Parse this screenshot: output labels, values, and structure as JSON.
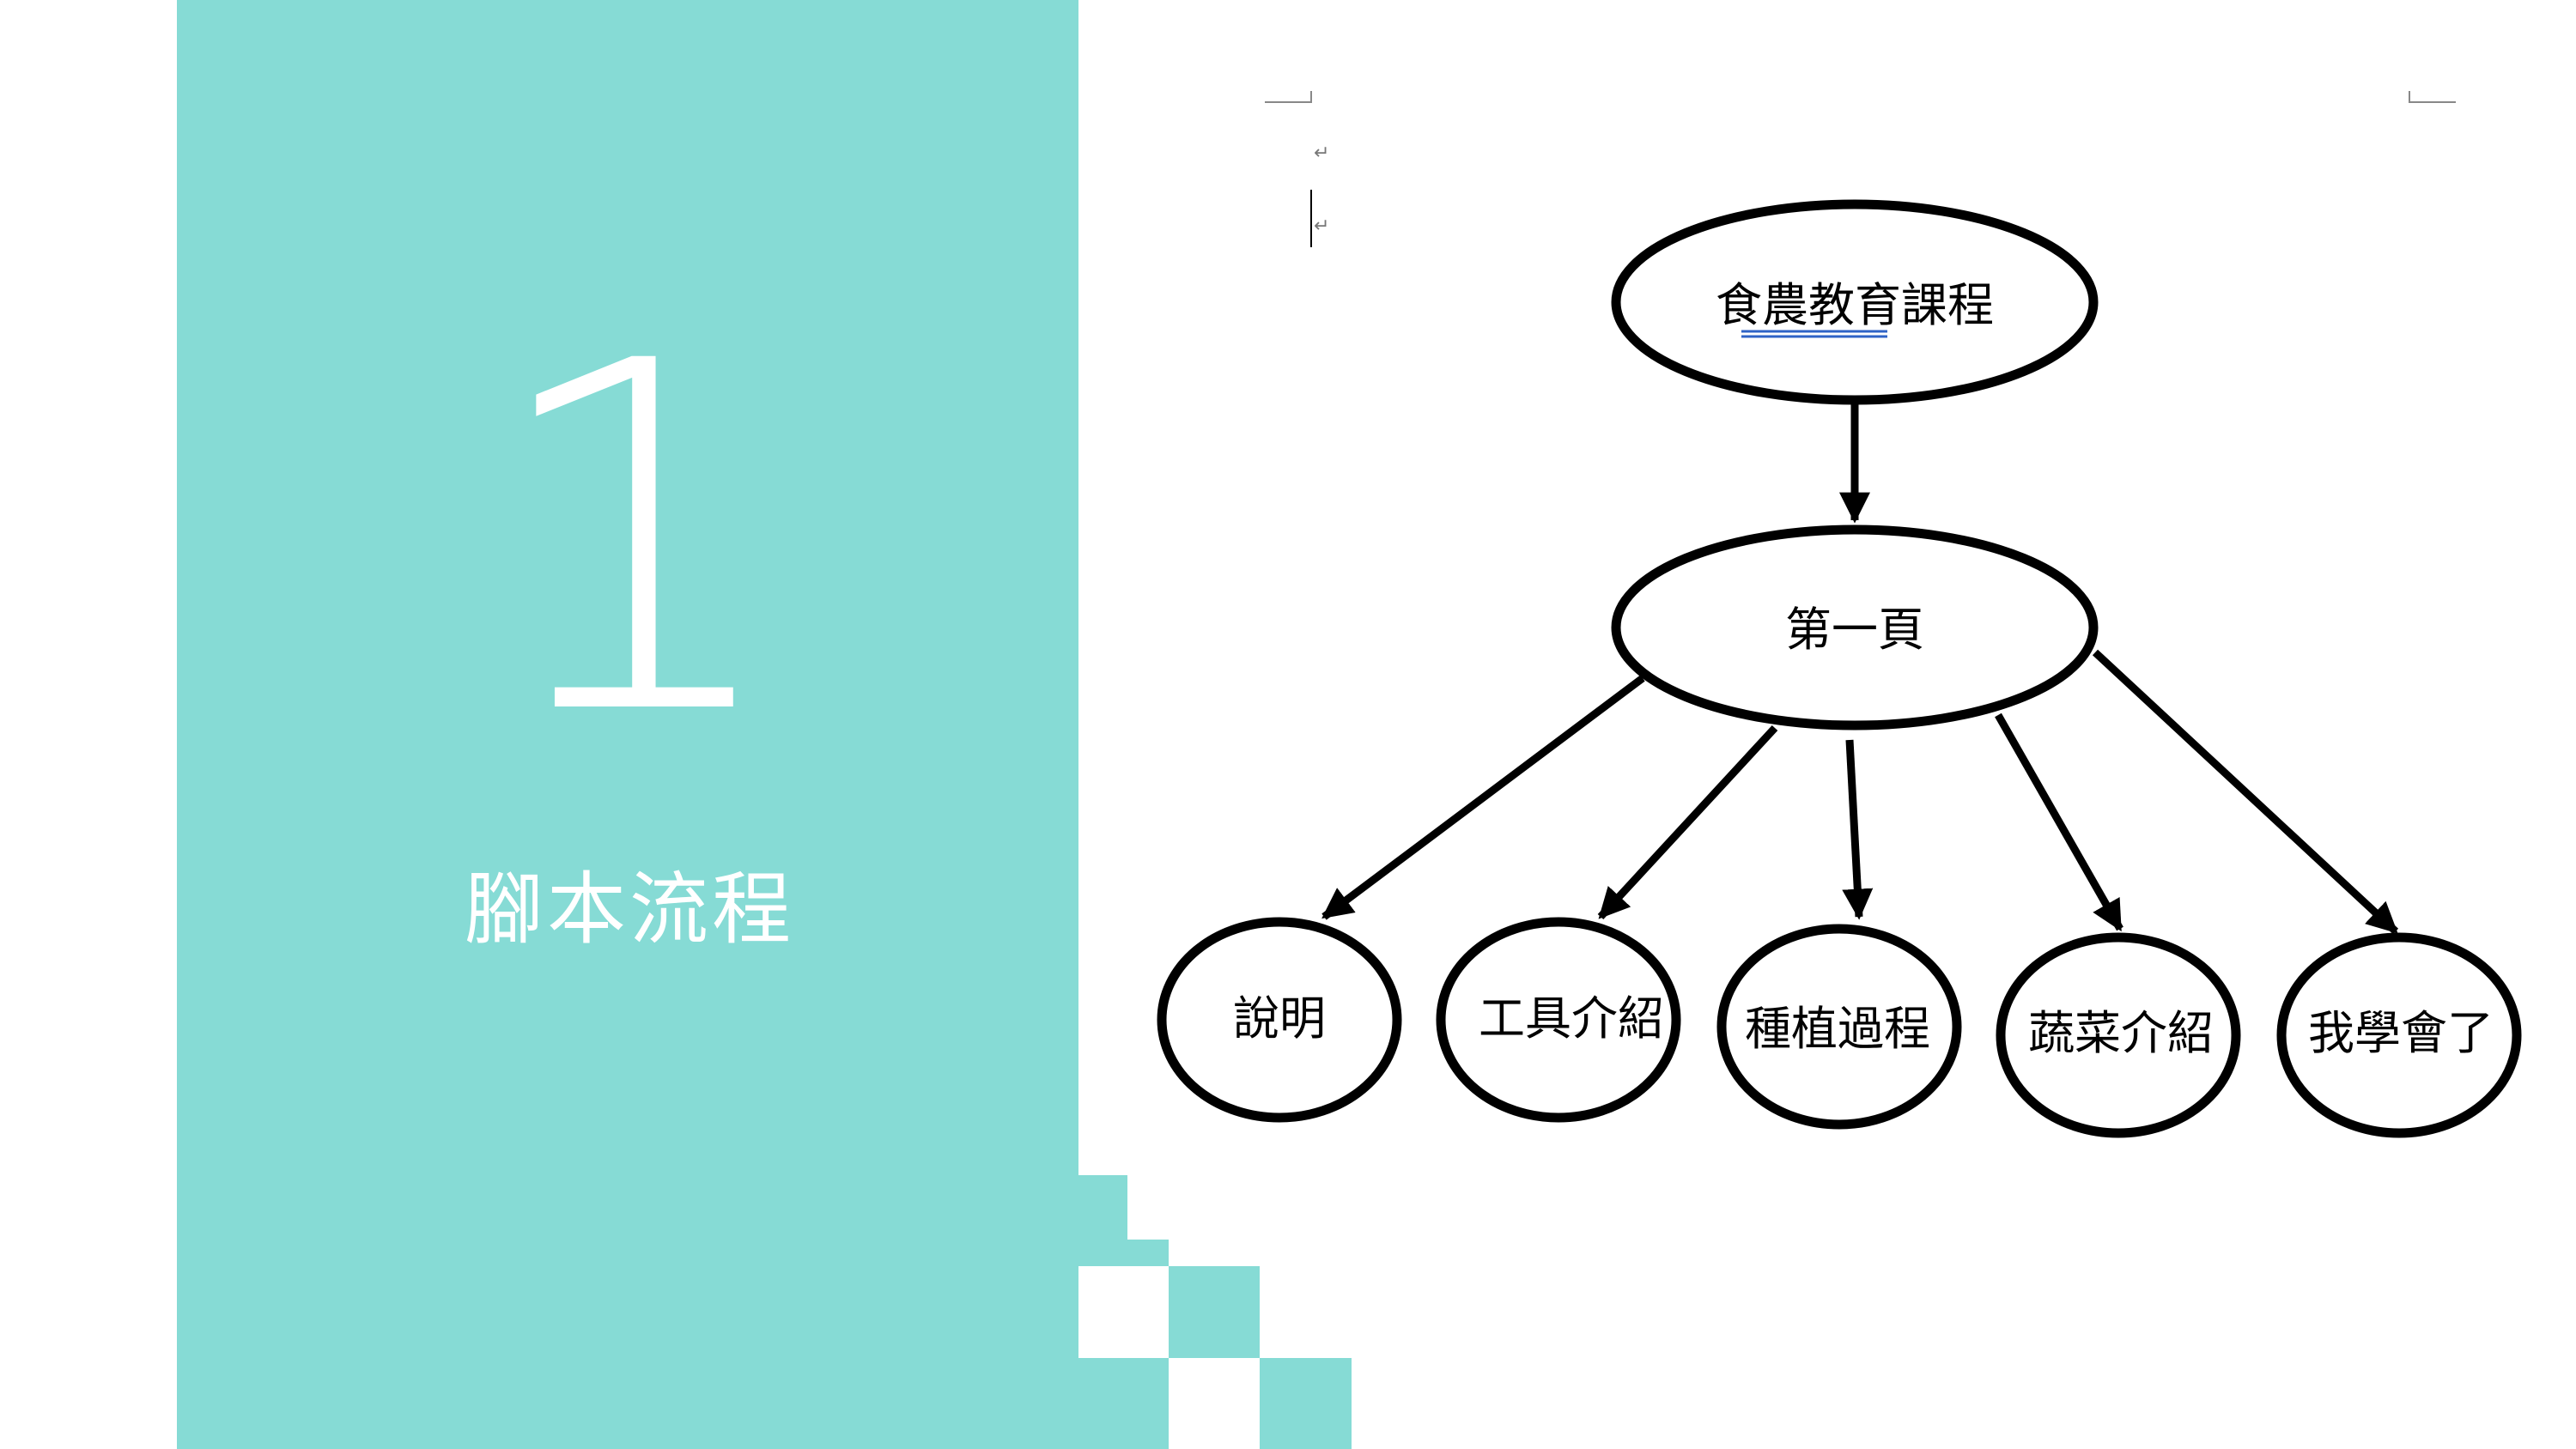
{
  "section": {
    "number": "1",
    "title": "腳本流程"
  },
  "document": {
    "paragraph_mark": "↵",
    "diagram": {
      "root": "食農教育課程",
      "page": "第一頁",
      "children": [
        "說明",
        "工具介紹",
        "種植過程",
        "蔬菜介紹",
        "我學會了"
      ]
    }
  },
  "colors": {
    "accent": "#86dbd5",
    "spellcheck_underline": "#2f63c6"
  }
}
